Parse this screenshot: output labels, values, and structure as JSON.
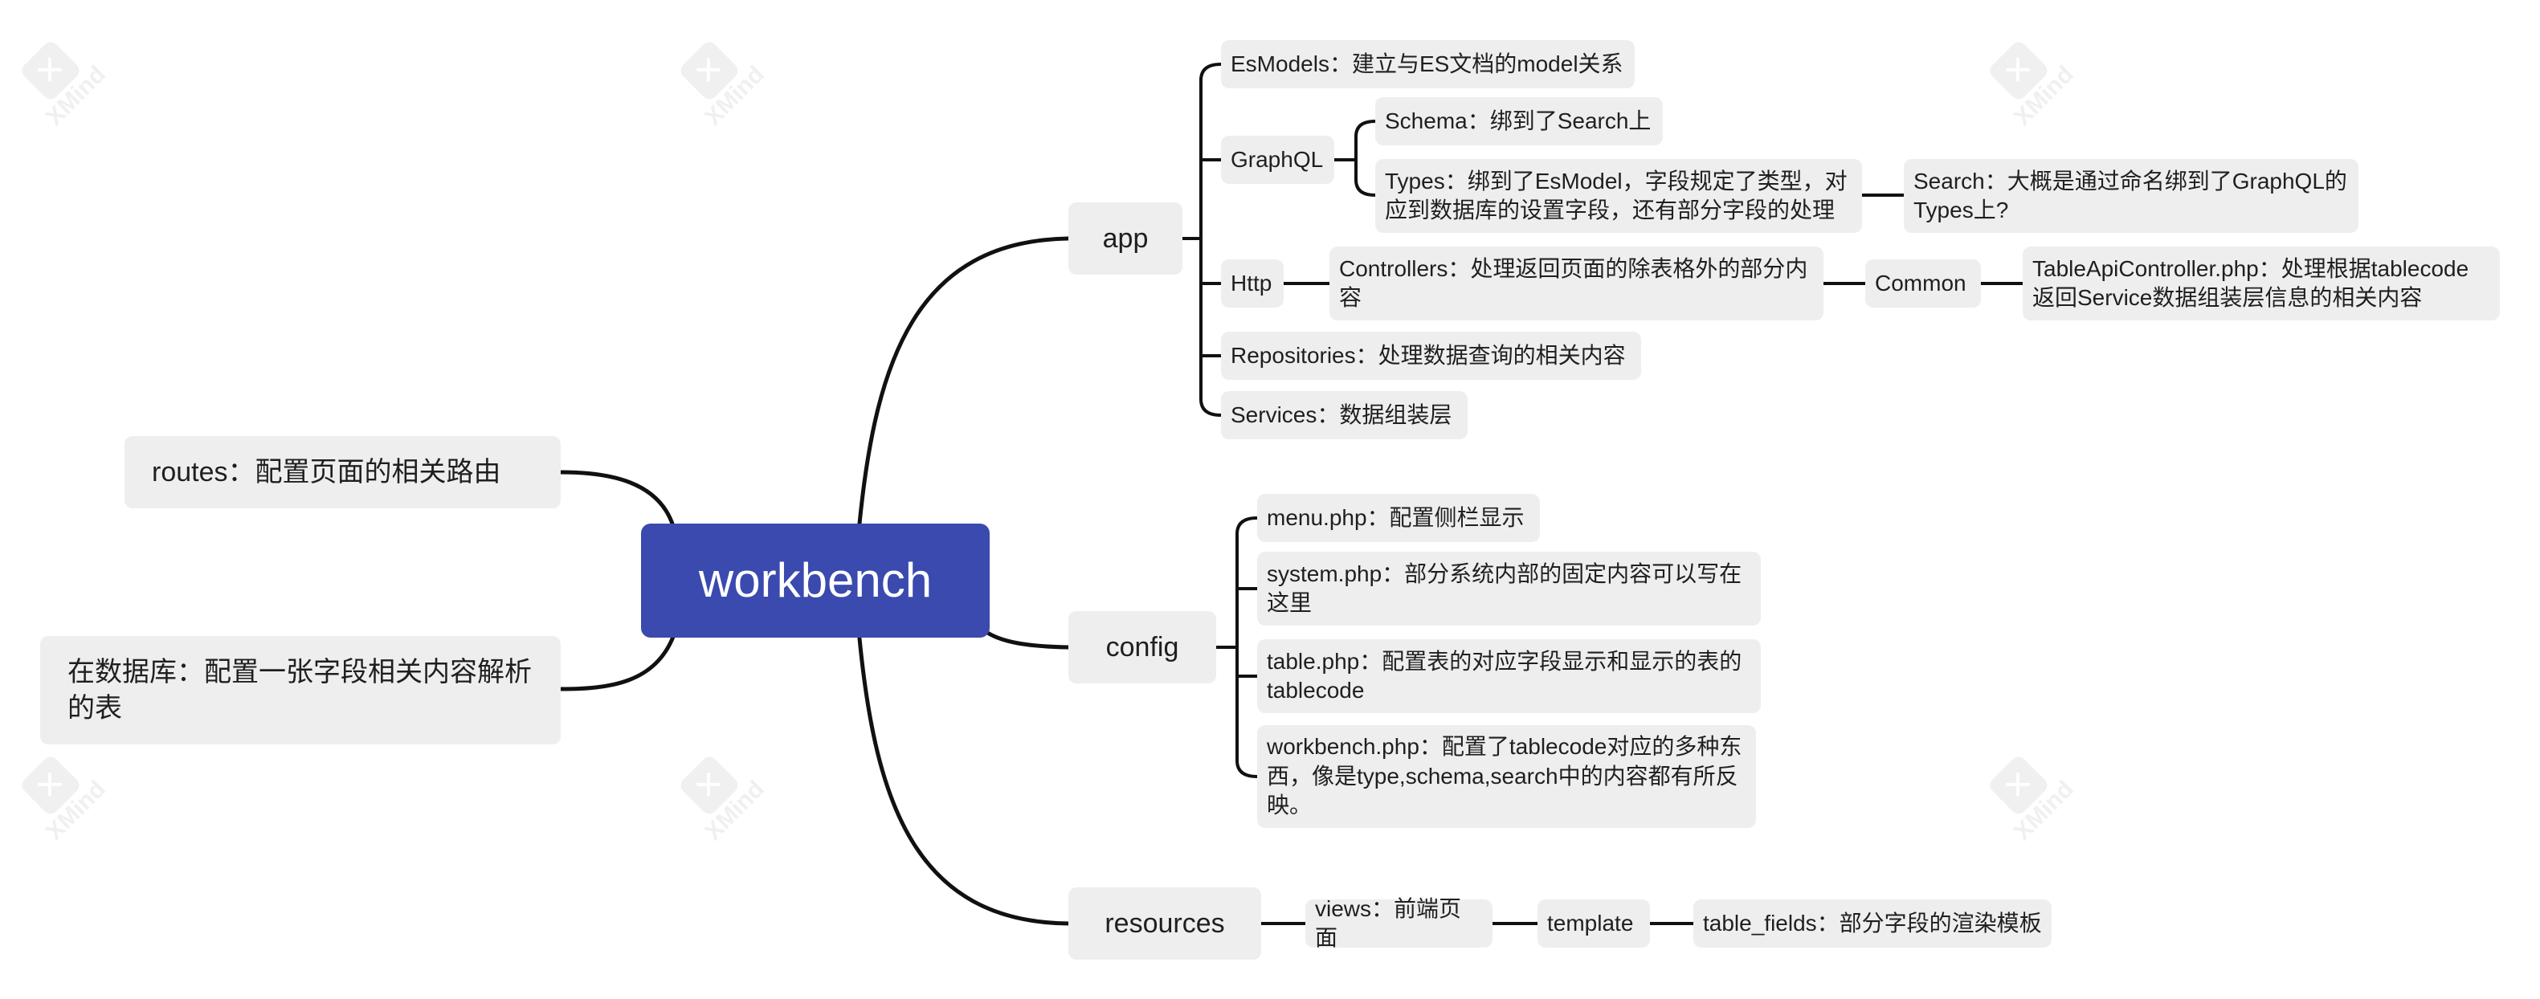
{
  "central": "workbench",
  "left": {
    "routes": "routes：配置页面的相关路由",
    "db": "在数据库：配置一张字段相关内容解析的表"
  },
  "app": {
    "label": "app",
    "esmodels": "EsModels：建立与ES文档的model关系",
    "graphql": "GraphQL",
    "schema": "Schema：绑到了Search上",
    "types": "Types：绑到了EsModel，字段规定了类型，对应到数据库的设置字段，还有部分字段的处理",
    "search": "Search：大概是通过命名绑到了GraphQL的Types上?",
    "http": "Http",
    "controllers": "Controllers：处理返回页面的除表格外的部分内容",
    "common": "Common",
    "tableapi": "TableApiController.php：处理根据tablecode返回Service数据组装层信息的相关内容",
    "repositories": "Repositories：处理数据查询的相关内容",
    "services": "Services：数据组装层"
  },
  "config": {
    "label": "config",
    "menu": "menu.php：配置侧栏显示",
    "system": "system.php：部分系统内部的固定内容可以写在这里",
    "table": "table.php：配置表的对应字段显示和显示的表的tablecode",
    "workbench": "workbench.php：配置了tablecode对应的多种东西，像是type,schema,search中的内容都有所反映。"
  },
  "resources": {
    "label": "resources",
    "views": "views：前端页面",
    "template": "template",
    "table_fields": "table_fields：部分字段的渲染模板"
  },
  "watermark": {
    "brand": "XMind",
    "icon": "x-logo-icon"
  }
}
